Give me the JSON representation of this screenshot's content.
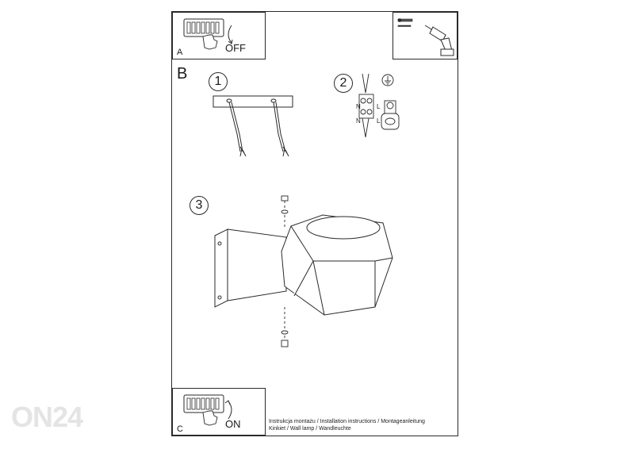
{
  "panel_a": {
    "letter": "A",
    "switch_label": "OFF"
  },
  "panel_c": {
    "letter": "C",
    "switch_label": "ON"
  },
  "section_b": {
    "letter": "B"
  },
  "steps": [
    "1",
    "2",
    "3"
  ],
  "wiring": {
    "n_top": "N",
    "l_top": "L",
    "n_bottom": "N",
    "l_bottom": "L"
  },
  "footer": {
    "line1": "Instrukcja montażu / Installation instructions / Montageanleitung",
    "line2": "Kinkiet  / Wall lamp / Wandleuchte"
  },
  "watermark": "ON24",
  "icons": [
    "switch-panel-icon",
    "hand-icon",
    "rotate-arrow-icon",
    "wall-plug-icon",
    "drill-icon",
    "ground-symbol-icon",
    "connector-icon",
    "screw-icon",
    "mounting-bracket-icon",
    "geometric-lamp-icon"
  ]
}
